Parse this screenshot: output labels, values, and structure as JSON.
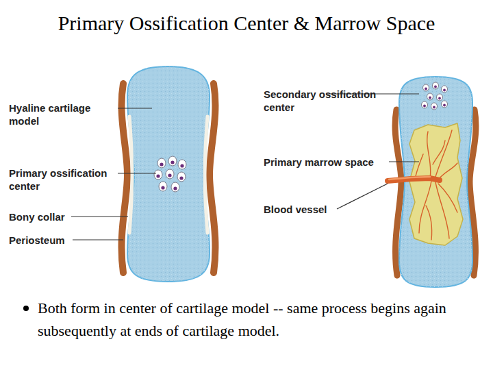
{
  "diagram": {
    "title": "Primary Ossification Center & Marrow Space",
    "labels": [
      "Hyaline cartilage model",
      "Primary ossification center",
      "Bony collar",
      "Periosteum",
      "Secondary ossification center",
      "Primary marrow space",
      "Blood vessel",
      "Both form in center of cartilage model -- same process begins again subsequently at ends of cartilage model."
    ]
  }
}
